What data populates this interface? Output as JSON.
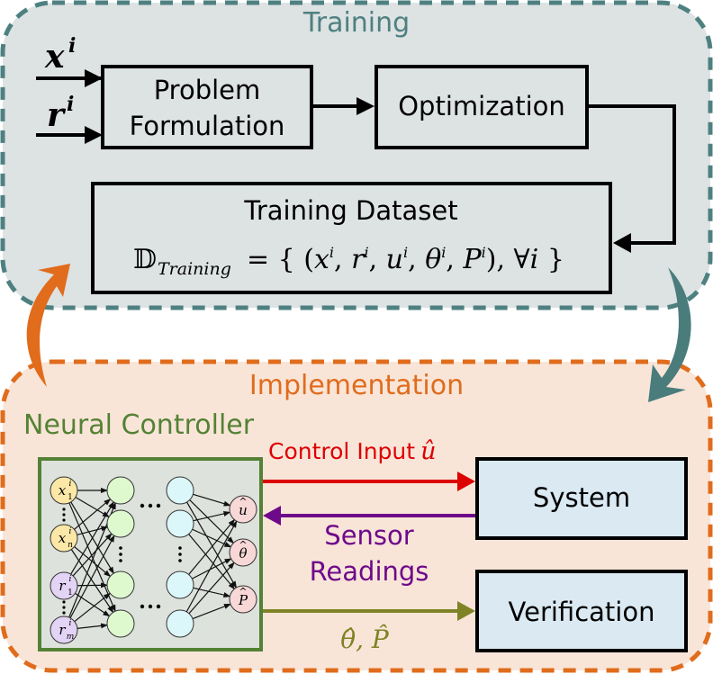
{
  "colors": {
    "training_fill": "#dde2e3",
    "training_border": "#4e8080",
    "training_title": "#4e8080",
    "impl_fill": "#f9e5d8",
    "impl_border": "#e06c1c",
    "impl_title": "#e06c1c",
    "nn_border": "#548235",
    "nn_fill": "#dde2dc",
    "nn_title": "#548235",
    "control": "#dd0000",
    "sensor": "#6e0a8a",
    "verify": "#7f8326",
    "box_fill_light": "#dbe9f2",
    "input_x_fill": "#fbe7a6",
    "input_r_fill": "#e3d3f5",
    "hidden1_fill": "#dff9cf",
    "hidden2_fill": "#dcf7fa",
    "output_fill": "#f8d7d7",
    "arrow_down": "#4a7c7c",
    "arrow_up": "#e06c1c"
  },
  "training": {
    "title": "Training",
    "inputs": {
      "x": "x",
      "r": "r",
      "sup": "i"
    },
    "problem_box": {
      "line1": "Problem",
      "line2": "Formulation"
    },
    "optimization_box": {
      "label": "Optimization"
    },
    "dataset_box": {
      "title": "Training Dataset",
      "formula_symbol": "𝔻",
      "formula_sub": "Training",
      "formula_rest": "= {(x",
      "formula_parts": [
        "x",
        "r",
        "u",
        "θ",
        "P"
      ],
      "formula_sup": "i",
      "formula_tail": "∀i"
    }
  },
  "implementation": {
    "title": "Implementation",
    "neural_controller": {
      "title": "Neural Controller",
      "inputs": [
        {
          "base": "x",
          "sub": "1",
          "sup": "i",
          "type": "x"
        },
        {
          "base": "x",
          "sub": "n",
          "sup": "i",
          "type": "x"
        },
        {
          "base": "r",
          "sub": "1",
          "sup": "i",
          "type": "r"
        },
        {
          "base": "r",
          "sub": "m",
          "sup": "i",
          "type": "r"
        }
      ],
      "outputs": [
        {
          "base": "u",
          "hat": "^"
        },
        {
          "base": "θ",
          "hat": "^"
        },
        {
          "base": "P",
          "hat": "^"
        }
      ],
      "ellipsis": "⋯",
      "vdots": "⋮"
    },
    "control_input": {
      "label": "Control Input",
      "symbol": "û"
    },
    "sensor_readings": {
      "line1": "Sensor",
      "line2": "Readings"
    },
    "estimates": {
      "label": "θ̂, P̂"
    },
    "system_box": {
      "label": "System"
    },
    "verification_box": {
      "label": "Verification"
    }
  }
}
